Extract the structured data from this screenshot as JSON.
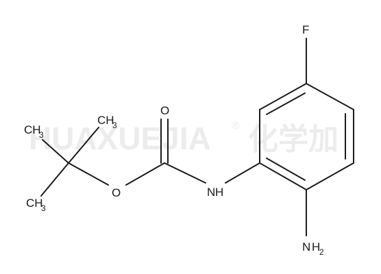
{
  "watermark": {
    "latin": "HUAXUEJIA",
    "registered": "®",
    "chinese": "化学加"
  },
  "atoms": {
    "fluorine": "F",
    "carbonyl_oxygen": "O",
    "ester_oxygen": "O",
    "amide_n": "N",
    "amide_h": "H",
    "amine_n": "N",
    "amine_h": "H",
    "amine_subscript": "2",
    "methyl_top_c": "CH",
    "methyl_top_sub": "3",
    "methyl_left_c": "CH",
    "methyl_left_sub": "3",
    "methyl_bottom_c": "CH",
    "methyl_bottom_sub": "3"
  },
  "colors": {
    "ink": "#1a1a1a",
    "watermark": "#ececec",
    "background": "#ffffff"
  }
}
